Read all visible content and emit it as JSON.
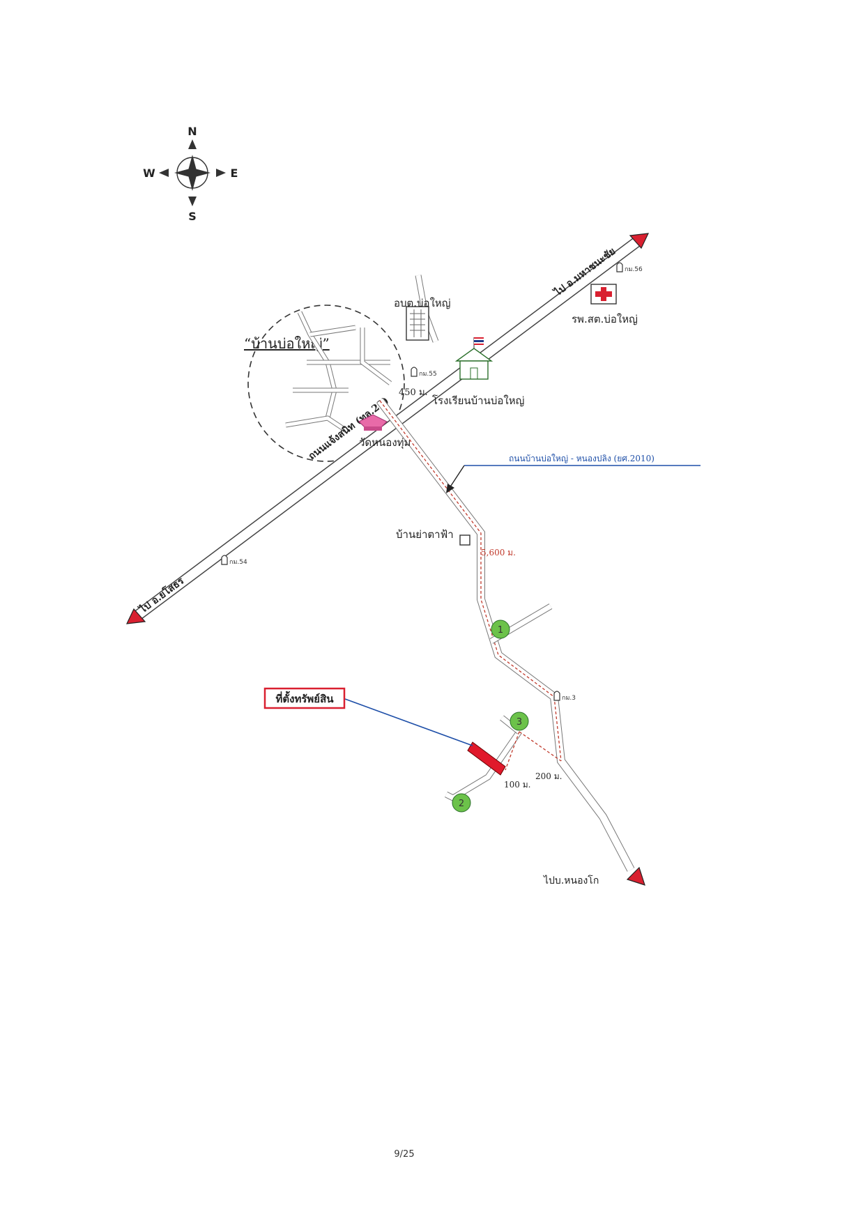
{
  "compass": {
    "n": "N",
    "s": "S",
    "e": "E",
    "w": "W"
  },
  "village_label": "“บ้านบ่อใหญ่”",
  "highway_label": "ถนนแจ้งสนิท (ทล.23)",
  "highway_ne_dest": "ไป อ.มหาชนะชัย",
  "highway_sw_dest": "ไป อ.ยโสธร",
  "sub_road_label": "ถนนบ้านบ่อใหญ่ - หนองปลิง (ยศ.2010)",
  "south_dest": "ไปบ.หนองโก",
  "landmarks": {
    "sao": "อบต.บ่อใหญ่",
    "hospital": "รพ.สต.บ่อใหญ่",
    "school": "โรงเรียนบ้านบ่อใหญ่",
    "temple": "วัดหนองทุ่ม",
    "village_ya_tafa": "บ้านย่าตาฟ้า",
    "property": "ที่ตั้งทรัพย์สิน"
  },
  "km_markers": [
    "กม.56",
    "กม.55",
    "กม.54",
    "กม.3"
  ],
  "distances": [
    "450 ม.",
    "5,600 ม.",
    "100 ม.",
    "200 ม."
  ],
  "points": [
    "1",
    "2",
    "3"
  ],
  "page_number": "9/25",
  "colors": {
    "road_red": "#c0392b",
    "property": "#e0192b",
    "point": "#6cc24a",
    "leader": "#1e4fa8",
    "arrow_red": "#d92030"
  }
}
